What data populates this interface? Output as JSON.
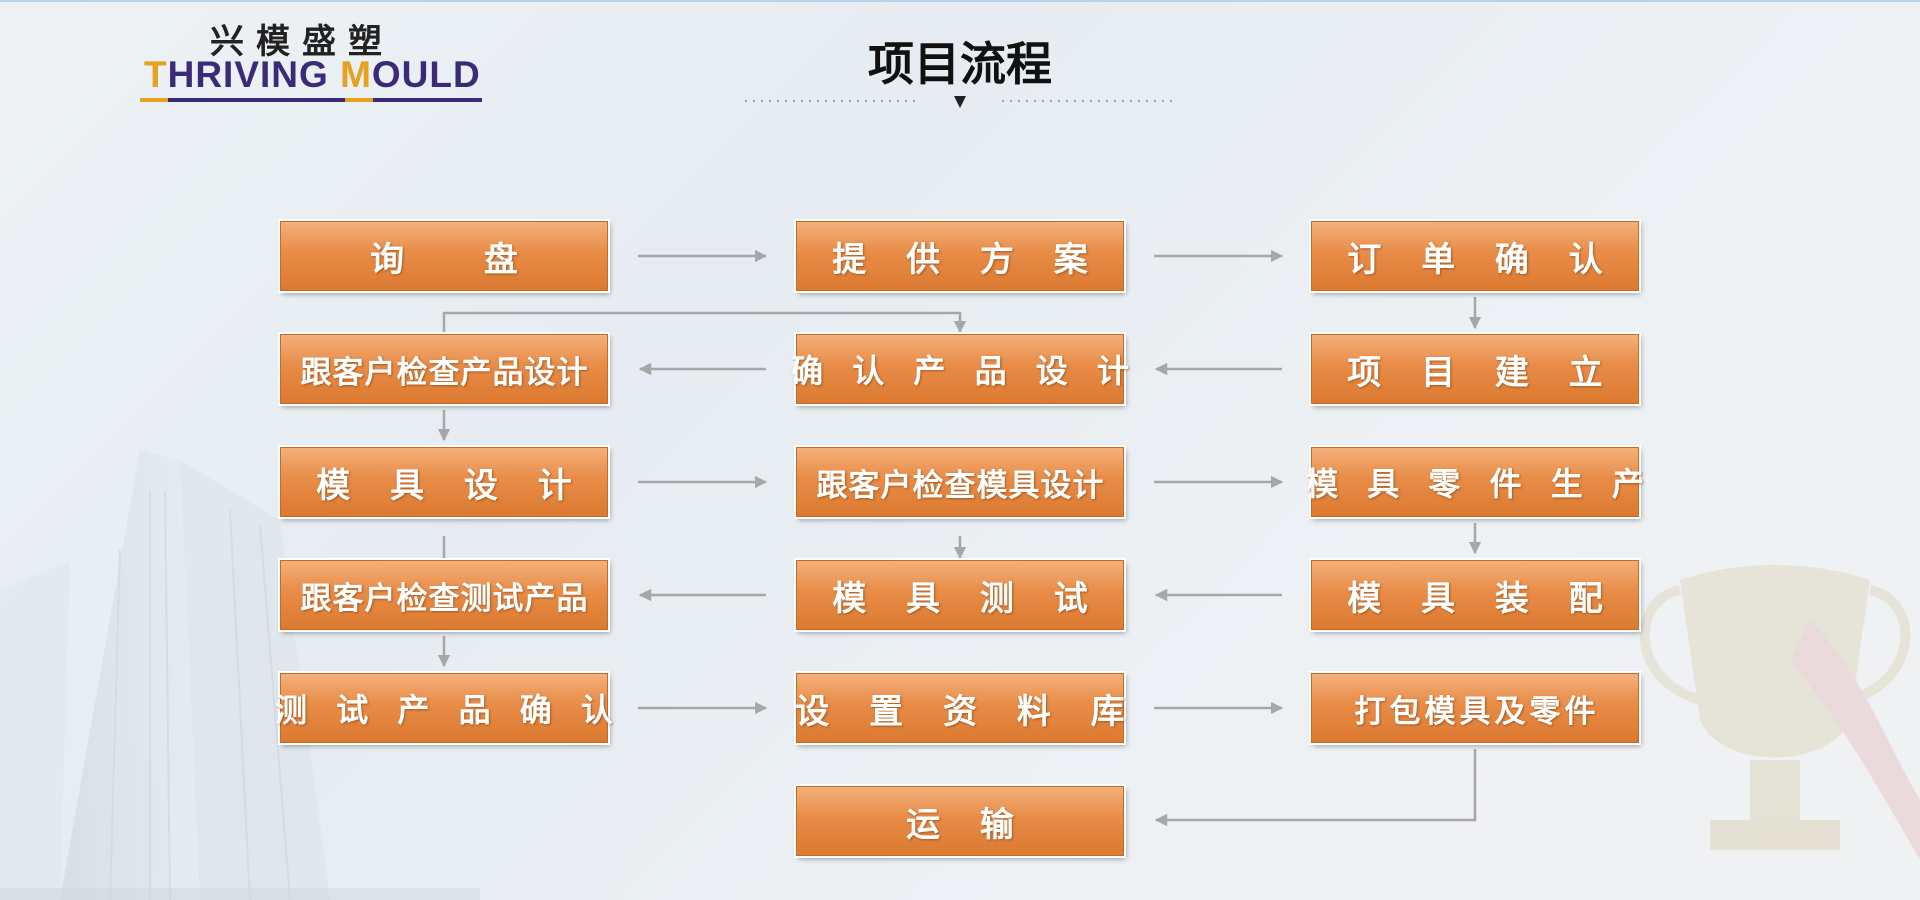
{
  "logo": {
    "chinese": "兴模盛塑",
    "english_parts": [
      {
        "text": "T",
        "accent": true
      },
      {
        "text": "HRIVING ",
        "accent": false
      },
      {
        "text": "M",
        "accent": true
      },
      {
        "text": "OULD",
        "accent": false
      }
    ]
  },
  "title": "项目流程",
  "colors": {
    "box_top": "#f3b07a",
    "box_bottom": "#dc7a31",
    "connector": "#a7a7a7",
    "logo_primary": "#3a2a78",
    "logo_accent": "#e6a11f"
  },
  "steps": {
    "inquiry": "询 盘",
    "provide_plan": "提 供 方 案",
    "order_confirm": "订 单 确 认",
    "check_product_design": "跟客户检查产品设计",
    "confirm_product_design": "确 认 产 品 设 计",
    "project_setup": "项 目 建 立",
    "mould_design": "模 具 设 计",
    "check_mould_design": "跟客户检查模具设计",
    "mould_parts_production": "模 具 零 件 生 产",
    "check_test_product": "跟客户检查测试产品",
    "mould_test": "模 具 测 试",
    "mould_assembly": "模 具 装 配",
    "test_product_confirm": "测 试 产 品 确 认",
    "database_setup": "设 置 资 料 库",
    "pack_mould_parts": "打包模具及零件",
    "shipping": "运 输"
  }
}
